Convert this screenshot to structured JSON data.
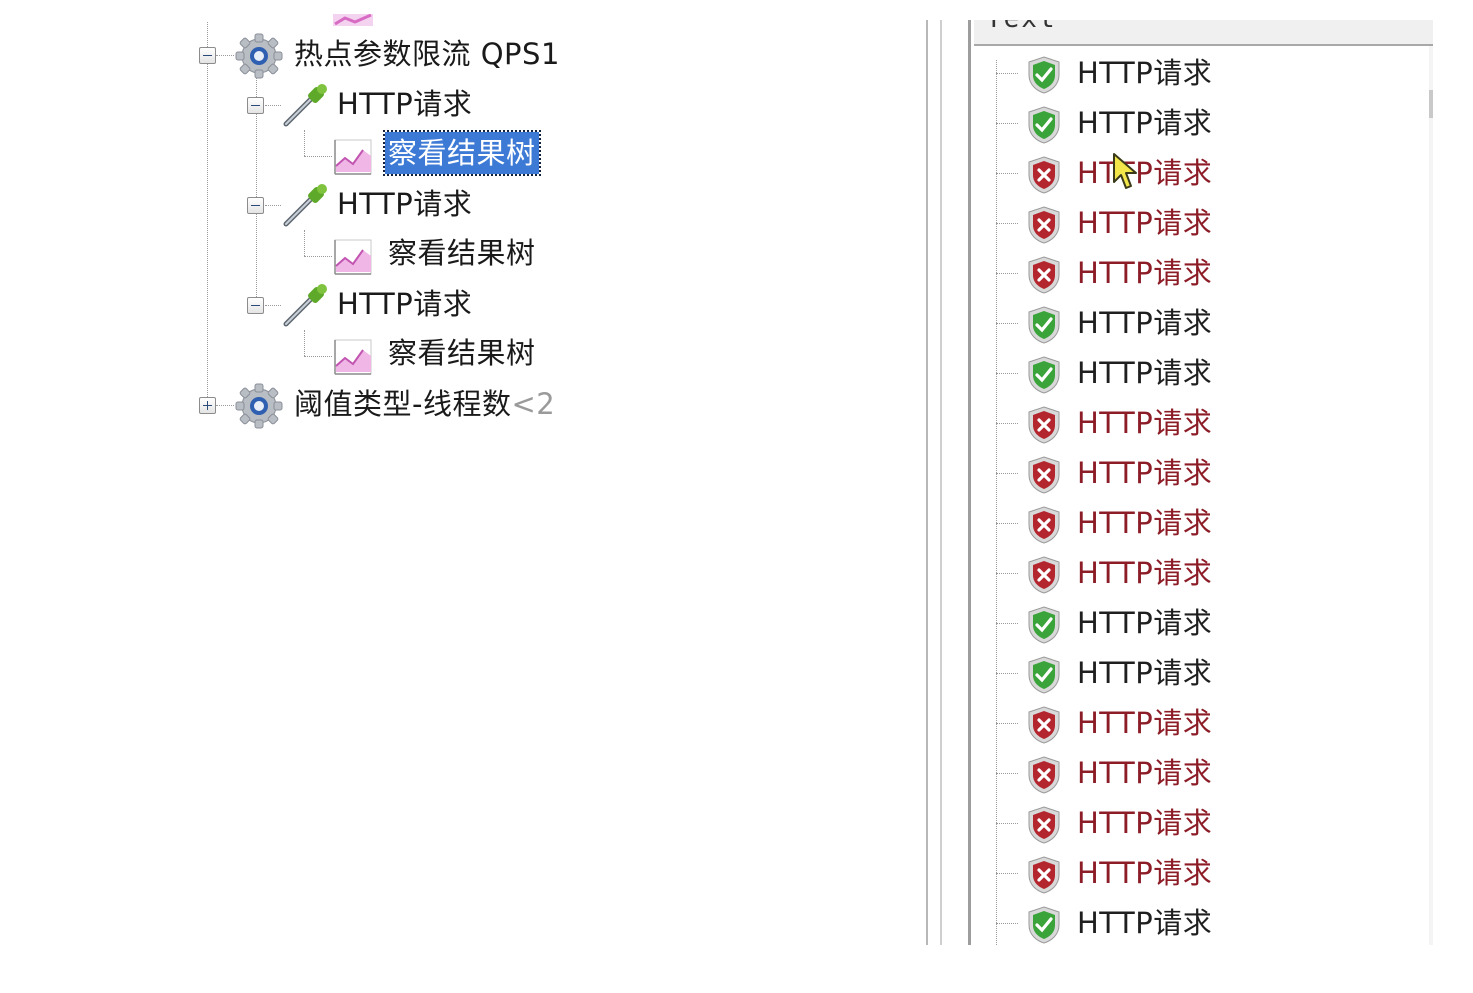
{
  "left_tree": {
    "nodes": [
      {
        "id": "thread-group-1",
        "label": "热点参数限流 QPS1",
        "icon": "gear-icon",
        "expander": "collapse"
      },
      {
        "id": "http-1",
        "label": "HTTP请求",
        "icon": "dropper-icon",
        "expander": "collapse"
      },
      {
        "id": "listener-1",
        "label": "察看结果树",
        "icon": "graph-icon",
        "selected": true
      },
      {
        "id": "http-2",
        "label": "HTTP请求",
        "icon": "dropper-icon",
        "expander": "collapse"
      },
      {
        "id": "listener-2",
        "label": "察看结果树",
        "icon": "graph-icon"
      },
      {
        "id": "http-3",
        "label": "HTTP请求",
        "icon": "dropper-icon",
        "expander": "collapse"
      },
      {
        "id": "listener-3",
        "label": "察看结果树",
        "icon": "graph-icon"
      },
      {
        "id": "thread-group-2",
        "label": "阈值类型-线程数",
        "label_fade": "<2",
        "icon": "gear-icon",
        "expander": "expand"
      }
    ]
  },
  "results_panel": {
    "header": "Text",
    "rows": [
      {
        "label": "HTTP请求",
        "status": "success"
      },
      {
        "label": "HTTP请求",
        "status": "success"
      },
      {
        "label": "HTTP请求",
        "status": "fail"
      },
      {
        "label": "HTTP请求",
        "status": "fail"
      },
      {
        "label": "HTTP请求",
        "status": "fail"
      },
      {
        "label": "HTTP请求",
        "status": "success"
      },
      {
        "label": "HTTP请求",
        "status": "success"
      },
      {
        "label": "HTTP请求",
        "status": "fail"
      },
      {
        "label": "HTTP请求",
        "status": "fail"
      },
      {
        "label": "HTTP请求",
        "status": "fail"
      },
      {
        "label": "HTTP请求",
        "status": "fail"
      },
      {
        "label": "HTTP请求",
        "status": "success"
      },
      {
        "label": "HTTP请求",
        "status": "success"
      },
      {
        "label": "HTTP请求",
        "status": "fail"
      },
      {
        "label": "HTTP请求",
        "status": "fail"
      },
      {
        "label": "HTTP请求",
        "status": "fail"
      },
      {
        "label": "HTTP请求",
        "status": "fail"
      },
      {
        "label": "HTTP请求",
        "status": "success"
      }
    ]
  },
  "colors": {
    "selection": "#3d7ad6",
    "success_shield": "#3aa33a",
    "fail_shield": "#b3262e",
    "fail_text": "#8c1c26",
    "cursor": "#f2e64a"
  }
}
